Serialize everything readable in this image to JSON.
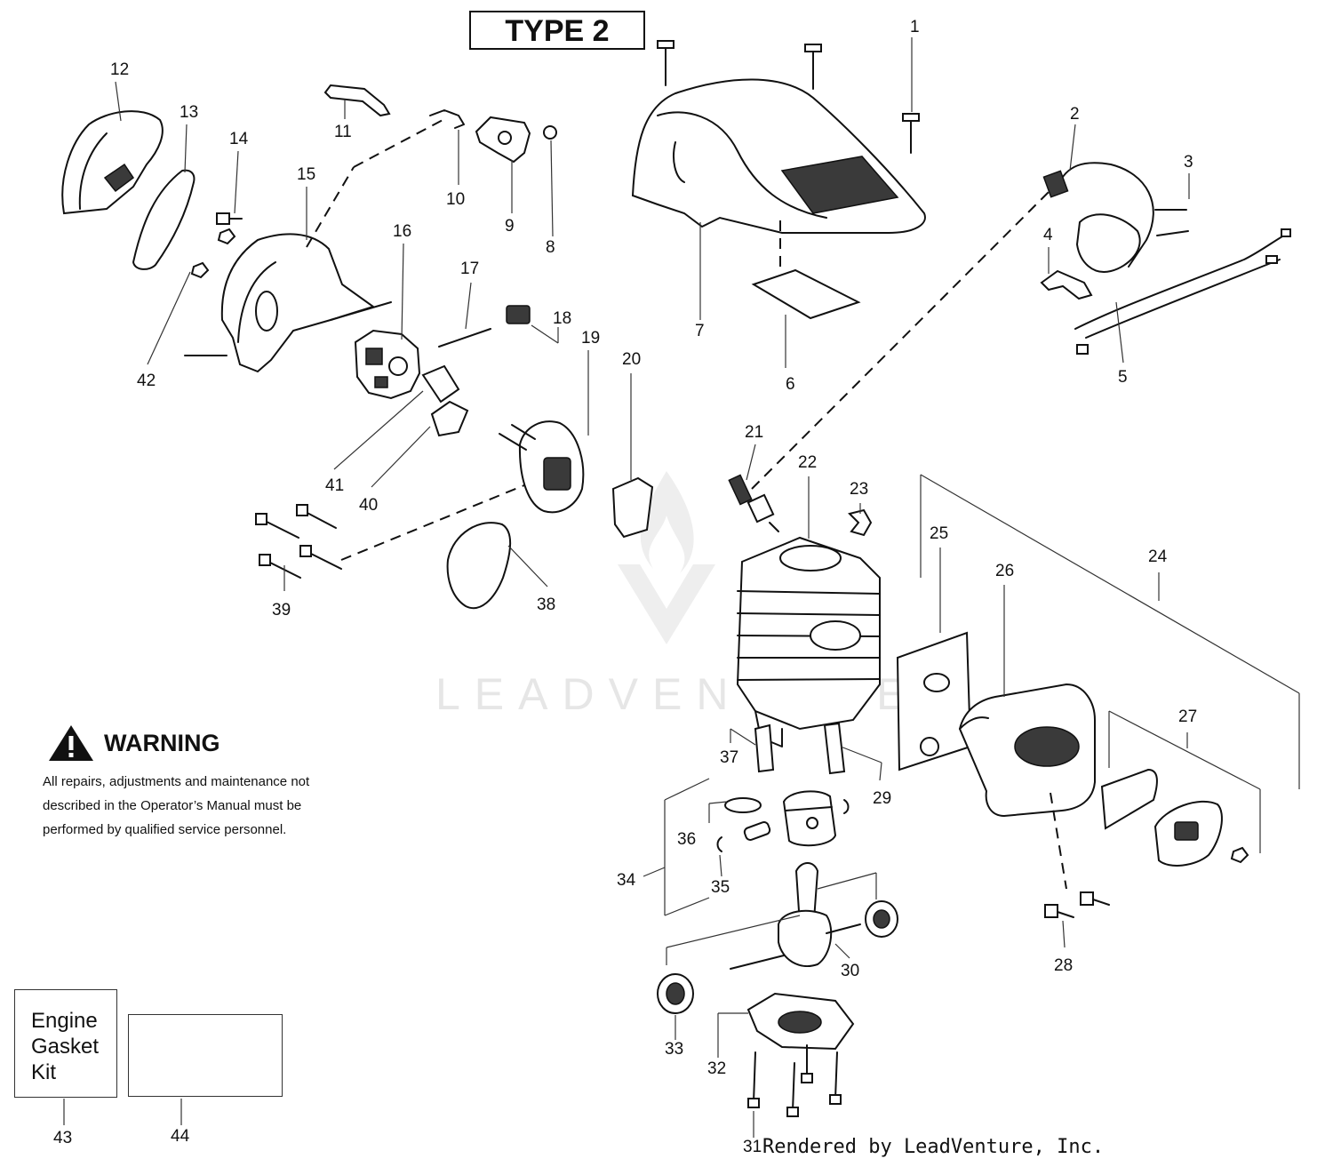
{
  "header": {
    "type_label": "TYPE 2"
  },
  "warning": {
    "title": "WARNING",
    "text": "All repairs, adjustments and maintenance not described in the Operator’s Manual must be performed by qualified  service personnel."
  },
  "kit": {
    "line1": "Engine",
    "line2": "Gasket",
    "line3": "Kit"
  },
  "watermark": {
    "text": "LEADVENTURE"
  },
  "footer": {
    "credit": "Rendered by LeadVenture, Inc."
  },
  "callouts": [
    {
      "text": "1"
    },
    {
      "text": "2"
    },
    {
      "text": "3"
    },
    {
      "text": "4"
    },
    {
      "text": "5"
    },
    {
      "text": "6"
    },
    {
      "text": "7"
    },
    {
      "text": "8"
    },
    {
      "text": "9"
    },
    {
      "text": "10"
    },
    {
      "text": "11"
    },
    {
      "text": "12"
    },
    {
      "text": "13"
    },
    {
      "text": "14"
    },
    {
      "text": "15"
    },
    {
      "text": "16"
    },
    {
      "text": "17"
    },
    {
      "text": "18"
    },
    {
      "text": "19"
    },
    {
      "text": "20"
    },
    {
      "text": "21"
    },
    {
      "text": "22"
    },
    {
      "text": "23"
    },
    {
      "text": "24"
    },
    {
      "text": "25"
    },
    {
      "text": "26"
    },
    {
      "text": "27"
    },
    {
      "text": "28"
    },
    {
      "text": "29"
    },
    {
      "text": "30"
    },
    {
      "text": "31"
    },
    {
      "text": "32"
    },
    {
      "text": "33"
    },
    {
      "text": "34"
    },
    {
      "text": "35"
    },
    {
      "text": "36"
    },
    {
      "text": "37"
    },
    {
      "text": "38"
    },
    {
      "text": "39"
    },
    {
      "text": "40"
    },
    {
      "text": "41"
    },
    {
      "text": "42"
    },
    {
      "text": "43"
    },
    {
      "text": "44"
    }
  ]
}
